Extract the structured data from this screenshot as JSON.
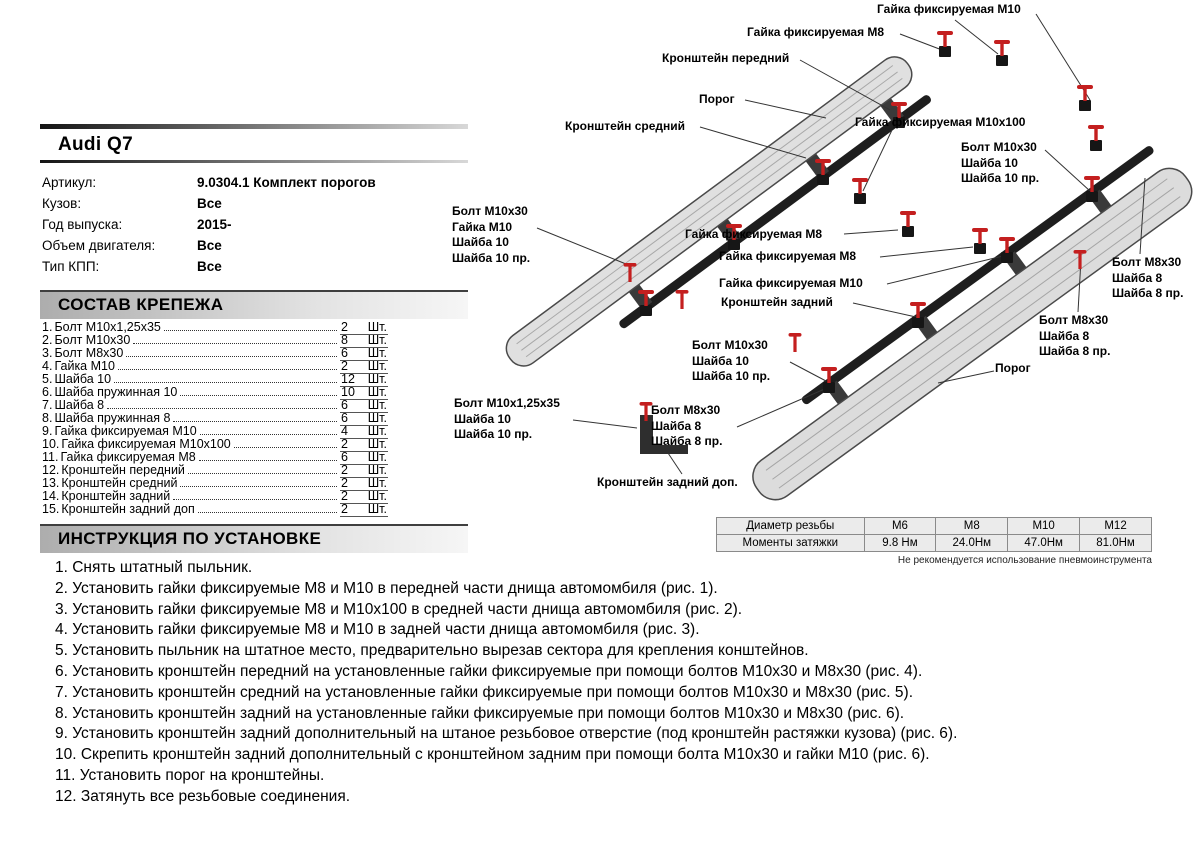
{
  "brand": {
    "title": "Audi Q7"
  },
  "specs": {
    "items": [
      {
        "label": "Артикул:",
        "value": "9.0304.1 Комплект порогов"
      },
      {
        "label": "Кузов:",
        "value": "Все"
      },
      {
        "label": "Год выпуска:",
        "value": "2015-"
      },
      {
        "label": "Объем двигателя:",
        "value": "Все"
      },
      {
        "label": "Тип КПП:",
        "value": "Все"
      }
    ]
  },
  "parts": {
    "title": "СОСТАВ КРЕПЕЖА",
    "items": [
      {
        "num": "1.",
        "name": "Болт М10х1,25х35",
        "qty": "2",
        "unit": "Шт."
      },
      {
        "num": "2.",
        "name": "Болт М10х30",
        "qty": "8",
        "unit": "Шт."
      },
      {
        "num": "3.",
        "name": "Болт М8х30",
        "qty": "6",
        "unit": "Шт."
      },
      {
        "num": "4.",
        "name": "Гайка М10",
        "qty": "2",
        "unit": "Шт."
      },
      {
        "num": "5.",
        "name": "Шайба 10",
        "qty": "12",
        "unit": "Шт."
      },
      {
        "num": "6.",
        "name": "Шайба пружинная 10",
        "qty": "10",
        "unit": "Шт."
      },
      {
        "num": "7.",
        "name": "Шайба 8",
        "qty": "6",
        "unit": "Шт."
      },
      {
        "num": "8.",
        "name": "Шайба пружинная 8",
        "qty": "6",
        "unit": "Шт."
      },
      {
        "num": "9.",
        "name": "Гайка фиксируемая М10",
        "qty": "4",
        "unit": "Шт."
      },
      {
        "num": "10.",
        "name": "Гайка фиксируемая М10х100",
        "qty": "2",
        "unit": "Шт."
      },
      {
        "num": "11.",
        "name": "Гайка фиксируемая М8",
        "qty": "6",
        "unit": "Шт."
      },
      {
        "num": "12.",
        "name": "Кронштейн передний",
        "qty": "2",
        "unit": "Шт."
      },
      {
        "num": "13.",
        "name": "Кронштейн средний",
        "qty": "2",
        "unit": "Шт."
      },
      {
        "num": "14.",
        "name": "Кронштейн задний",
        "qty": "2",
        "unit": "Шт."
      },
      {
        "num": "15.",
        "name": "Кронштейн задний доп",
        "qty": "2",
        "unit": "Шт."
      }
    ]
  },
  "instructions": {
    "title": "ИНСТРУКЦИЯ ПО УСТАНОВКЕ",
    "items": [
      "1. Снять штатный пыльник.",
      "2. Установить гайки фиксируемые М8 и М10 в передней части днища автомомбиля (рис. 1).",
      "3. Установить гайки фиксируемые М8 и М10х100 в средней части днища автомомбиля (рис. 2).",
      "4. Установить гайки фиксируемые М8 и М10 в задней части днища автомомбиля (рис. 3).",
      "5. Установить пыльник на штатное место, предварительно вырезав сектора для крепления конштейнов.",
      "6. Установить кронштейн передний на установленные гайки фиксируемые при помощи болтов М10х30 и М8х30 (рис. 4).",
      "7. Установить кронштейн средний на установленные гайки фиксируемые при помощи болтов М10х30 и М8х30 (рис. 5).",
      "8. Установить кронштейн задний на установленные гайки фиксируемые при помощи болтов М10х30 и М8х30 (рис. 6).",
      "9. Установить кронштейн задний дополнительный на штаное резьбовое отверстие (под кронштейн растяжки кузова) (рис. 6).",
      "10. Скрепить кронштейн задний дополнительный с кронштейном задним при помощи болта М10х30 и гайки М10 (рис. 6).",
      "11. Установить порог на кронштейны.",
      "12. Затянуть все резьбовые соединения."
    ]
  },
  "diagram": {
    "labels": [
      {
        "text": "Гайка фиксируемая М10"
      },
      {
        "text": "Гайка фиксируемая М8"
      },
      {
        "text": "Кронштейн передний"
      },
      {
        "text": "Порог"
      },
      {
        "text": "Кронштейн средний"
      },
      {
        "text": "Гайка фиксируемая М10х100"
      },
      {
        "text": "Болт М10х30\nШайба 10\nШайба 10 пр."
      },
      {
        "text": "Болт М10х30\nГайка М10\nШайба 10\nШайба 10 пр."
      },
      {
        "text": "Гайка фиксируемая М8"
      },
      {
        "text": "Гайка фиксируемая М8"
      },
      {
        "text": "Гайка фиксируемая М10"
      },
      {
        "text": "Кронштейн задний"
      },
      {
        "text": "Болт М8х30\nШайба 8\nШайба 8 пр."
      },
      {
        "text": "Болт М8х30\nШайба 8\nШайба 8 пр."
      },
      {
        "text": "Порог"
      },
      {
        "text": "Болт М10х30\nШайба 10\nШайба 10 пр."
      },
      {
        "text": "Болт М10х1,25х35\nШайба 10\nШайба 10 пр."
      },
      {
        "text": "Болт М8х30\nШайба 8\nШайба 8 пр."
      },
      {
        "text": "Кронштейн задний доп."
      }
    ]
  },
  "torque": {
    "row1_label": "Диаметр резьбы",
    "row2_label": "Моменты затяжки",
    "columns": [
      "М6",
      "М8",
      "М10",
      "М12"
    ],
    "values": [
      "9.8 Нм",
      "24.0Нм",
      "47.0Нм",
      "81.0Нм"
    ],
    "note": "Не рекомендуется использование пневмоинструмента"
  }
}
